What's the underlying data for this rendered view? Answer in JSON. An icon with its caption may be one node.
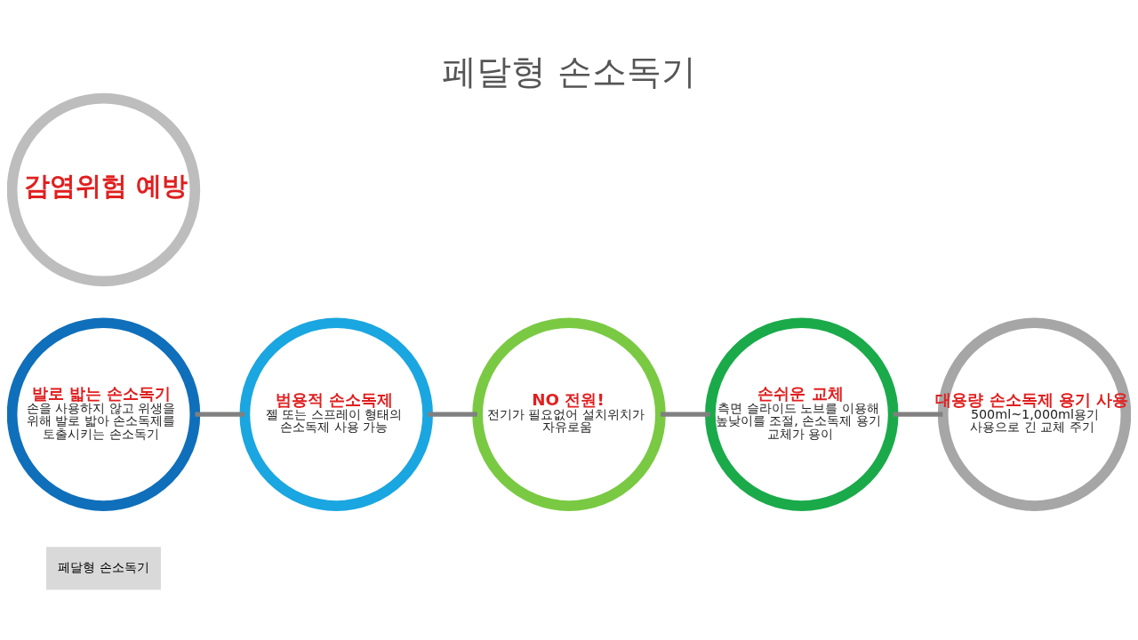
{
  "diagram": {
    "title": "페달형 손소독기",
    "nodes": [
      {
        "text": [
          "범용적 손소독제",
          "젤 또는 스프레이 형태의 손소독제 사용 가능"
        ]
      },
      {
        "text": [
          "발로 밟는 손소독기",
          "손을 사용하지 않고 위생을 위해 발로 밟아 손소독제를 토출시키는 손소독기"
        ]
      },
      {
        "text": [
          "감염위험 예방"
        ]
      },
      {
        "text": [
          "NO 전원!",
          "전기가 필요없어 설치위치가 자유로움"
        ]
      },
      {
        "text": [
          "손쉬운 교체",
          "측면 슬라이드 노브를 이용해 높낮이를 조절, 손소독제 용기 교체가 용이"
        ]
      },
      {
        "text": [
          "대용량 손소독제 용기 사용",
          "500ml~1,000ml용기 사용으로 긴 교체 주기"
        ]
      }
    ],
    "edges": [
      {
        "from": 1,
        "to": 0,
        "arrow": "none"
      },
      {
        "from": 0,
        "to": 3,
        "arrow": "none"
      },
      {
        "from": 3,
        "to": 4,
        "arrow": "none"
      },
      {
        "from": 4,
        "to": 5,
        "arrow": "none"
      }
    ],
    "labels": [
      "페달형 손소독기"
    ]
  }
}
